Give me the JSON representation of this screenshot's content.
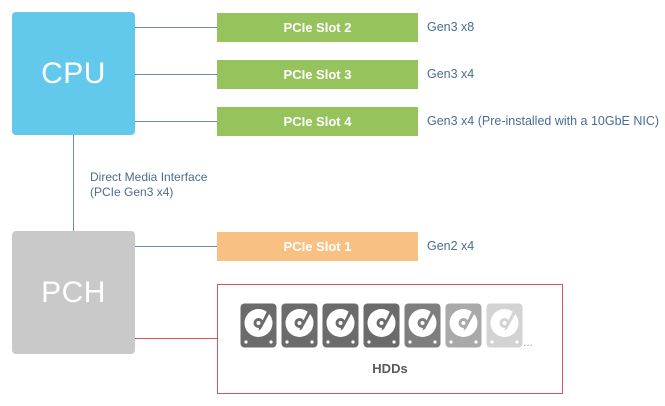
{
  "cpu": {
    "label": "CPU",
    "color": "#62c8ec"
  },
  "pch": {
    "label": "PCH",
    "color": "#c9c9c9"
  },
  "dmi": {
    "line1": "Direct Media Interface",
    "line2": "(PCIe Gen3 x4)"
  },
  "slots": [
    {
      "label": "PCIe Slot 2",
      "desc": "Gen3 x8",
      "color": "#96c35c"
    },
    {
      "label": "PCIe Slot 3",
      "desc": "Gen3 x4",
      "color": "#96c35c"
    },
    {
      "label": "PCIe Slot 4",
      "desc": "Gen3 x4 (Pre-installed with a 10GbE NIC)",
      "color": "#96c35c"
    },
    {
      "label": "PCIe Slot 1",
      "desc": "Gen2 x4",
      "color": "#f8c083"
    }
  ],
  "hdds": {
    "label": "HDDs",
    "more": "...",
    "icon": "hard-drive-icon",
    "frame_color": "#d8535a",
    "shades": [
      "#6b6b6b",
      "#6b6b6b",
      "#6b6b6b",
      "#6b6b6b",
      "#7e7e7e",
      "#a9a9a9",
      "#d3d3d3"
    ]
  },
  "connector_color": "#6e8ea6"
}
